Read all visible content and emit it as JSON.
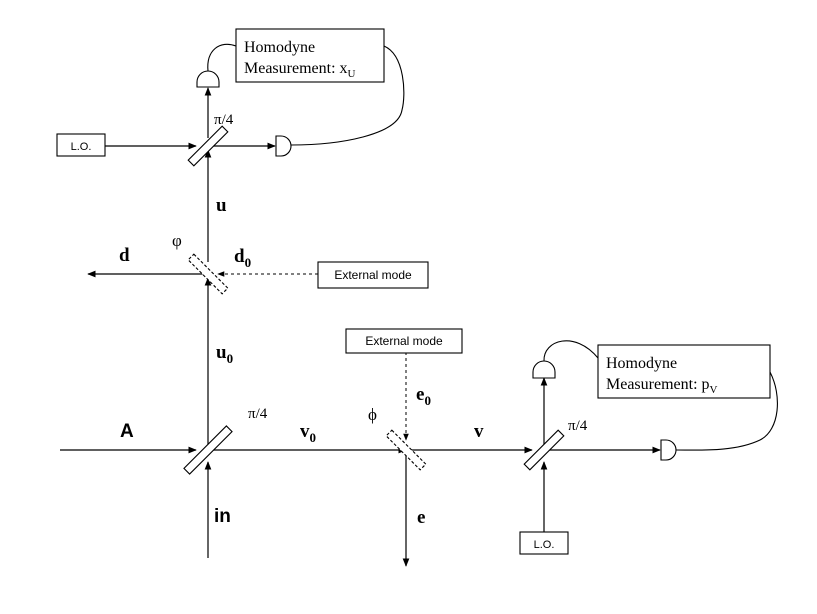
{
  "top_homodyne": {
    "line1": "Homodyne",
    "line2": "Measurement: x",
    "sub": "U"
  },
  "right_homodyne": {
    "line1": "Homodyne",
    "line2": "Measurement: p",
    "sub": "V"
  },
  "lo_top": "L.O.",
  "lo_bottom": "L.O.",
  "external_mode_top": "External mode",
  "external_mode_mid": "External mode",
  "angles": {
    "top_bs": "π/4",
    "bottom_left_bs": "π/4",
    "right_bs": "π/4",
    "phi_upper": "φ",
    "phi_lower": "ϕ"
  },
  "modes": {
    "u": "u",
    "d": "d",
    "d0": "d",
    "d0_sub": "0",
    "u0": "u",
    "u0_sub": "0",
    "A": "A",
    "in": "in",
    "v0": "v",
    "v0_sub": "0",
    "e0": "e",
    "e0_sub": "0",
    "v": "v",
    "e": "e"
  }
}
